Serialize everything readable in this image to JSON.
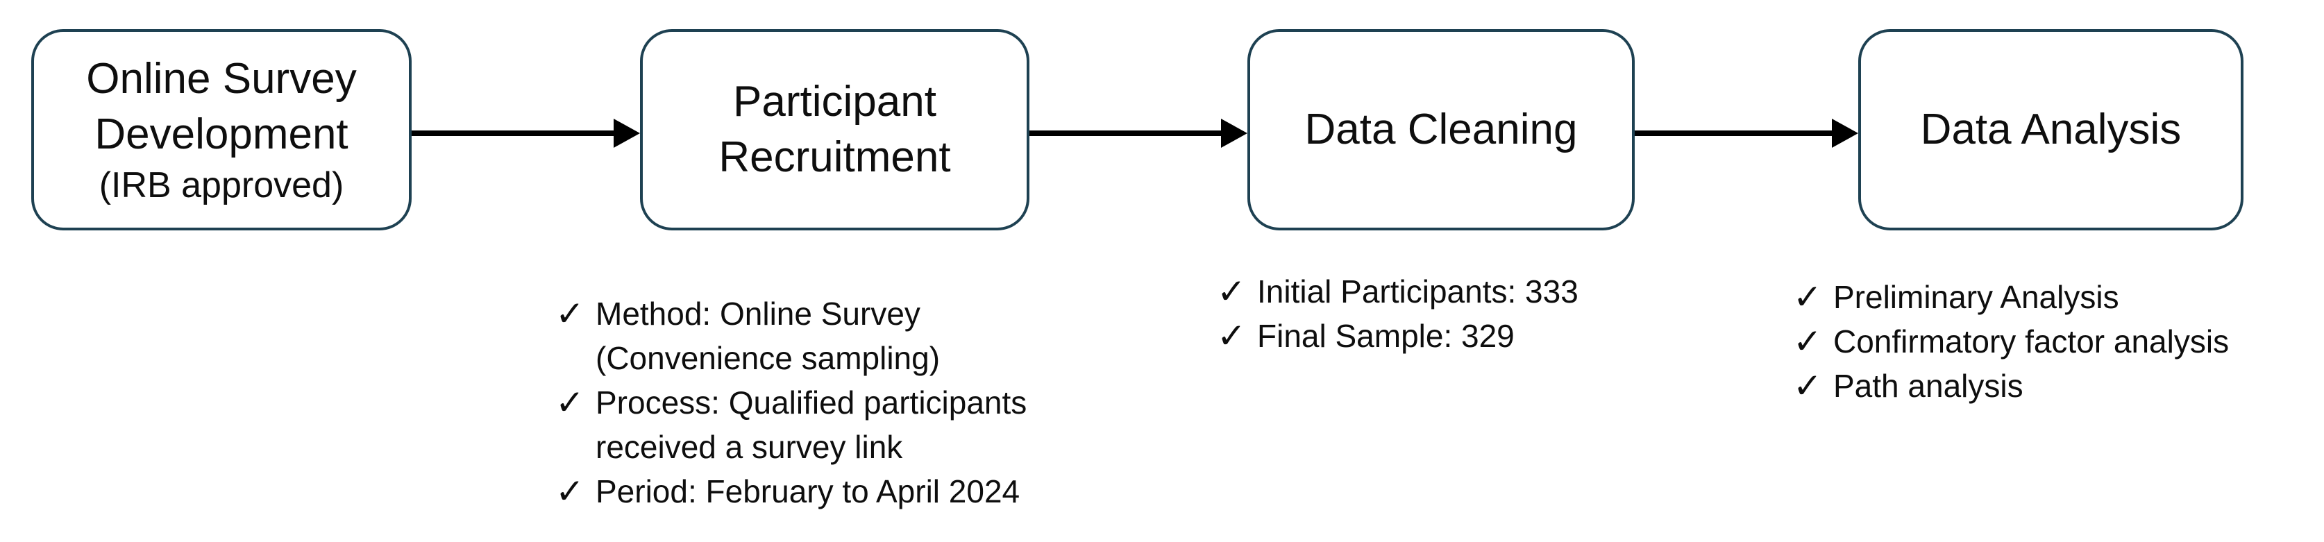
{
  "figure": {
    "background_color": "#ffffff",
    "box_border_color": "#1e4152",
    "box_fill_color": "#ffffff",
    "arrow_color": "#000000",
    "text_color": "#0e0e0e",
    "checkmark_glyph": "✓"
  },
  "boxes": [
    {
      "lines": [
        "Online Survey",
        "Development"
      ],
      "note": "(IRB approved)"
    },
    {
      "lines": [
        "Participant",
        "Recruitment"
      ]
    },
    {
      "lines": [
        "Data Cleaning"
      ]
    },
    {
      "lines": [
        "Data Analysis"
      ]
    }
  ],
  "lists": [
    {
      "items": [
        {
          "lines": [
            "Method: Online Survey",
            "(Convenience sampling)"
          ]
        },
        {
          "lines": [
            "Process: Qualified participants",
            "received a survey link"
          ]
        },
        {
          "lines": [
            "Period: February to April 2024"
          ]
        }
      ]
    },
    {
      "items": [
        {
          "lines": [
            "Initial Participants: 333"
          ]
        },
        {
          "lines": [
            "Final Sample: 329"
          ]
        }
      ]
    },
    {
      "items": [
        {
          "lines": [
            "Preliminary Analysis"
          ]
        },
        {
          "lines": [
            "Confirmatory factor analysis"
          ]
        },
        {
          "lines": [
            "Path analysis"
          ]
        }
      ]
    }
  ]
}
